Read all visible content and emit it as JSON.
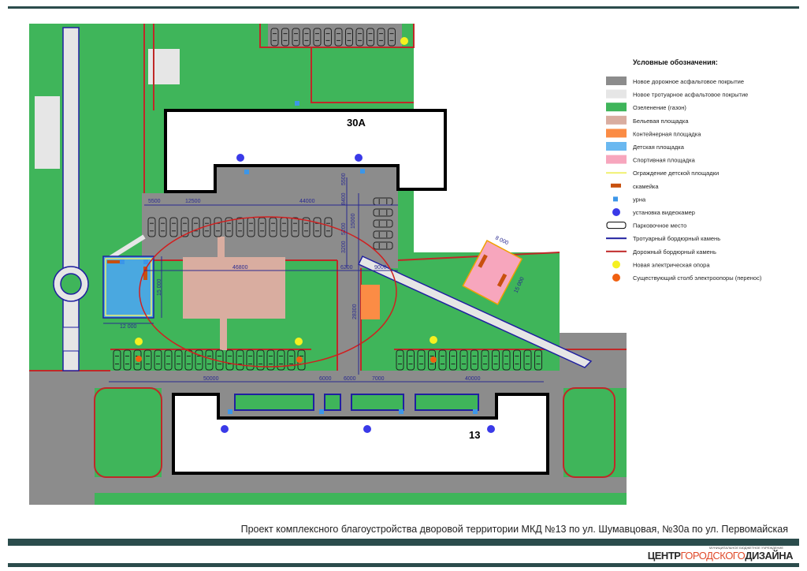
{
  "buildings": {
    "north": "30А",
    "south": "13"
  },
  "legend": {
    "title": "Условные обозначения:",
    "items": [
      {
        "label": "Новое дорожное асфальтовое покрытие",
        "color": "#8c8c8c"
      },
      {
        "label": "Новое тротуарное асфальтовое покрытие",
        "color": "#e6e6e6"
      },
      {
        "label": "Озеленение (газон)",
        "color": "#3fb55a"
      },
      {
        "label": "Бельевая площадка",
        "color": "#d9ada0"
      },
      {
        "label": "Контейнерная площадка",
        "color": "#fb8c45"
      },
      {
        "label": "Детская площадка",
        "color": "#6ab8f0"
      },
      {
        "label": "Спортивная площадка",
        "color": "#f7a6bd"
      },
      {
        "label": "Ограждение детской площадки",
        "color": "#f0f070"
      },
      {
        "label": "скамейка",
        "color": "#c8500e"
      },
      {
        "label": "урна",
        "color": "#3c96e8"
      },
      {
        "label": "установка видеокамер",
        "color": "#3a3ae8"
      },
      {
        "label": "Парковочное место",
        "color": "#000000"
      },
      {
        "label": "Тротуарный бордюрный камень",
        "color": "#2020a0"
      },
      {
        "label": "Дорожный бордюрный камень",
        "color": "#c02828"
      },
      {
        "label": "Новая электрическая опора",
        "color": "#f5f020"
      },
      {
        "label": "Существующий столб электроопоры (перенос)",
        "color": "#f06010"
      }
    ]
  },
  "dimensions": {
    "d5500a": "5500",
    "d12500": "12500",
    "d44000": "44000",
    "d5500v": "5500",
    "d8400": "8400",
    "d15000": "15000",
    "d5200": "5200",
    "d3200": "3200",
    "d46800": "46800",
    "d6200": "6200",
    "d9000": "9000",
    "d28300": "28300",
    "play_h": "15 000",
    "play_w": "12 000",
    "sport_w": "8 000",
    "sport_h": "15 000",
    "d50000": "50000",
    "d6000a": "6000",
    "d6000b": "6000",
    "d7000": "7000",
    "d40000": "40000"
  },
  "footer": {
    "title": "Проект комплексного благоустройства дворовой территории МКД  №13 по ул. Шумавцовая, №30а по ул. Первомайская",
    "logo_part1": "ЦЕНТР",
    "logo_part2": "ГОРОДСКОГО",
    "logo_part3": "ДИЗАЙНА",
    "logo_sub": "МУНИЦИПАЛЬНОЕ БЮДЖЕТНОЕ УЧРЕЖДЕНИЕ"
  }
}
